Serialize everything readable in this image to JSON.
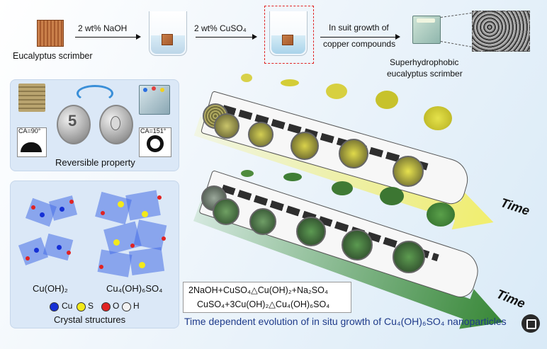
{
  "process": {
    "eucalyptus_label": "Eucalyptus scrimber",
    "step1": "2 wt% NaOH",
    "step2": "2 wt% CuSO₄",
    "step3_line1": "In suit growth of",
    "step3_line2": "copper compounds",
    "result_line1": "Superhydrophobic",
    "result_line2": "eucalyptus scrimber"
  },
  "reversible": {
    "ca_left": "CA=90°",
    "ca_right": "CA=151°",
    "coin_digit": "5",
    "caption": "Reversible property"
  },
  "crystal": {
    "left_formula": "Cu(OH)₂",
    "right_formula": "Cu₄(OH)₆SO₄",
    "legend": [
      {
        "symbol": "Cu",
        "color": "#1530d6"
      },
      {
        "symbol": "S",
        "color": "#f3ea1a"
      },
      {
        "symbol": "O",
        "color": "#e02323"
      },
      {
        "symbol": "H",
        "color": "#f2f2f2"
      }
    ],
    "caption": "Crystal structures"
  },
  "evolution": {
    "time_upper": "Time",
    "time_lower": "Time",
    "eq1": "2NaOH+CuSO₄△Cu(OH)₂+Na₂SO₄",
    "eq2": "CuSO₄+3Cu(OH)₂△Cu₄(OH)₆SO₄",
    "caption": "Time dependent evolution of in situ growth of Cu₄(OH)₆SO₄ nanoparticles"
  },
  "colors": {
    "upper_arrow": "#f3ee5e",
    "lower_arrow": "#3f9e3a",
    "caption_blue": "#1e3a8a",
    "panel_blue": "#dbe8f7"
  },
  "icons": {
    "corner_badge": "image-expand-icon"
  }
}
